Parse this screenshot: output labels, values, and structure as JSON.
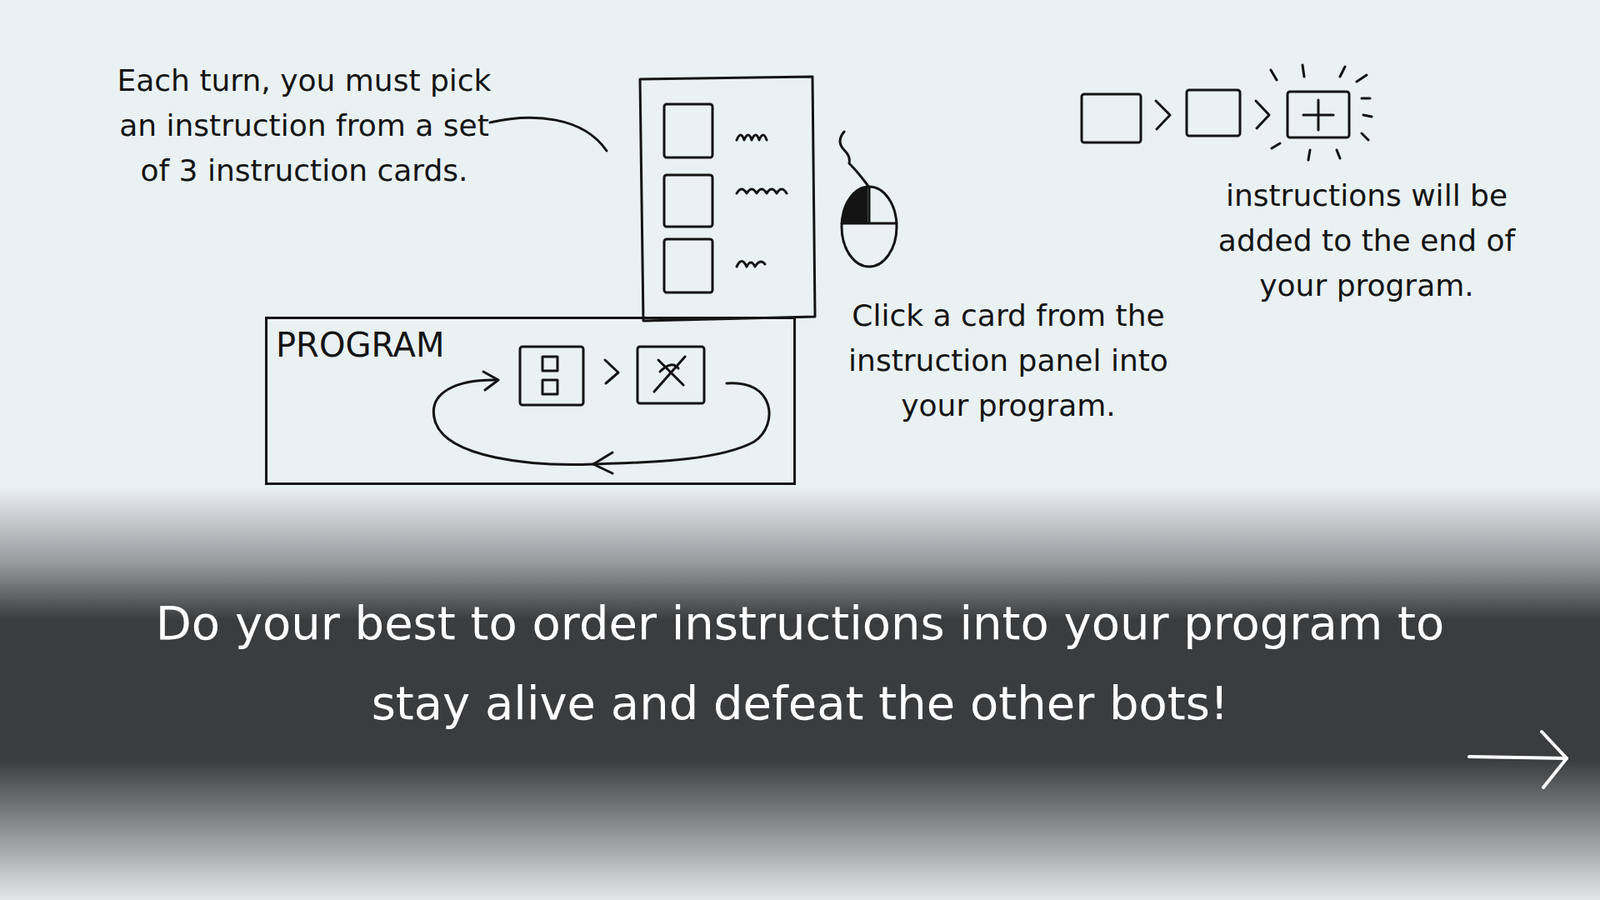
{
  "diagram": {
    "caption": "Do your best to order instructions into your program to stay alive and defeat the other bots!",
    "nodes": [
      {
        "text": [
          "PROGRAM"
        ]
      }
    ],
    "labels": [
      "Each turn, you must pick an instruction from a set of 3 instruction cards.",
      "Click a card from the instruction panel into your program.",
      "instructions will be added to the end of your program."
    ]
  }
}
